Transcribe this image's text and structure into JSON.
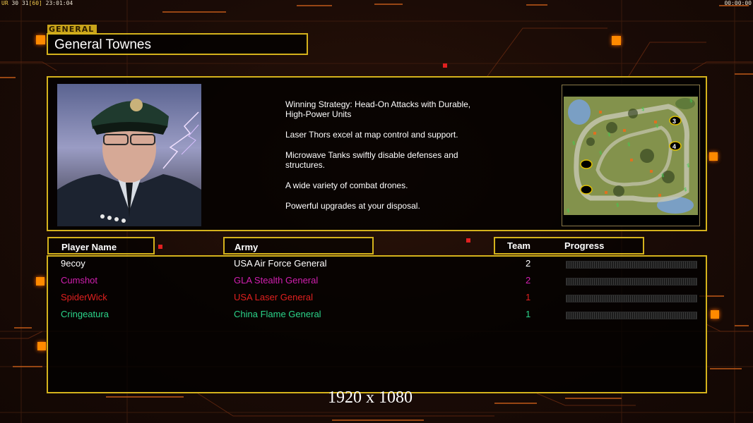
{
  "debug": {
    "left_prefix": "UR",
    "left_a": "30",
    "left_b": "31",
    "left_c": "[60]",
    "left_time": "23:01:04",
    "right_time": "00:00:00"
  },
  "general": {
    "tag": "GENERAL",
    "name": "General Townes"
  },
  "strategy": [
    "Winning Strategy: Head-On Attacks with Durable,\n High-Power Units",
    "Laser Thors excel at map control and support.",
    "Microwave Tanks swiftly disable defenses and\n structures.",
    "A wide variety of combat drones.",
    "Powerful upgrades at your disposal."
  ],
  "minimap": {
    "markers": [
      "3",
      "4"
    ]
  },
  "table": {
    "headers": {
      "player": "Player Name",
      "army": "Army",
      "team": "Team",
      "progress": "Progress"
    },
    "rows": [
      {
        "player": "9ecoy",
        "army": "USA Air Force General",
        "team": "2",
        "color": "#ffffff",
        "progress": 0
      },
      {
        "player": "Cumshot",
        "army": "GLA Stealth General",
        "team": "2",
        "color": "#d21fb0",
        "progress": 0
      },
      {
        "player": "SpiderWick",
        "army": "USA Laser General",
        "team": "1",
        "color": "#e0201f",
        "progress": 0
      },
      {
        "player": "Cringeatura",
        "army": "China Flame General",
        "team": "1",
        "color": "#2bd48a",
        "progress": 0
      }
    ]
  },
  "footer": {
    "resolution": "1920 x 1080"
  },
  "colors": {
    "accent": "#d4b21c",
    "orange_square": "#ff8a00",
    "red_square": "#e02020"
  }
}
